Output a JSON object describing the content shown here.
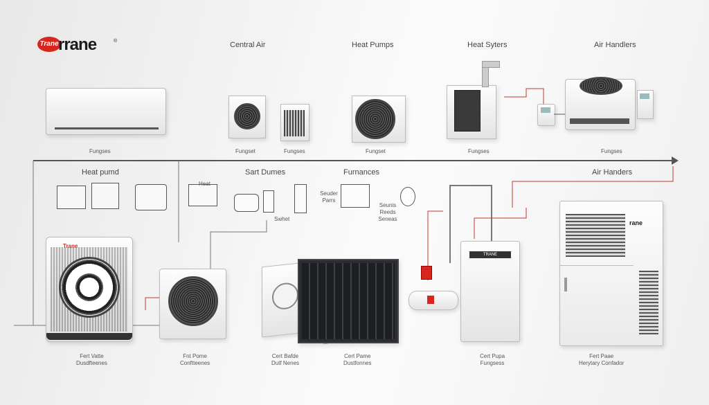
{
  "brand": {
    "badge": "Trane",
    "wordmark": "rrane",
    "reg": "®",
    "accent": "#d8261f"
  },
  "top_headers": [
    "Central Air",
    "Heat Pumps",
    "Heat Syters",
    "Air Handlers"
  ],
  "top_captions": [
    "Fungses",
    "Fungset",
    "Fungses",
    "Fungset",
    "Fungses",
    "Fungses"
  ],
  "mid_headers": [
    "Heat pumd",
    "Sart Dumes",
    "Furnances",
    "Air Handers"
  ],
  "mid_small": {
    "switch": "Swhet",
    "sketch_top": "Heat",
    "note_a": "Seuder Parrs",
    "note_b": "Seunis Reeds Seneas"
  },
  "bottom_labels": [
    {
      "l1": "Fert Vatte",
      "l2": "Dusdfteenes"
    },
    {
      "l1": "Fnt Pome",
      "l2": "Conftteenes"
    },
    {
      "l1": "Cert Bafde",
      "l2": "Dutf Nenes"
    },
    {
      "l1": "Cert Pame",
      "l2": "Dustfonnes"
    },
    {
      "l1": "Cert Pupa",
      "l2": "Fungsess"
    },
    {
      "l1": "Fert Paae",
      "l2": "Herytary Confador"
    }
  ],
  "unit_badges": {
    "condenser_left": "Trane",
    "furnace": "TRANE",
    "tall": "rane"
  },
  "colors": {
    "line": "#555555",
    "red_line": "#c0392b"
  }
}
